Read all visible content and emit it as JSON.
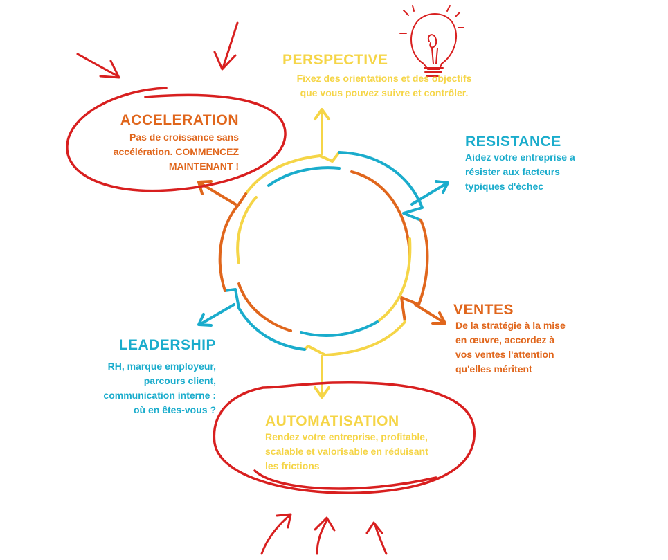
{
  "colors": {
    "yellow": "#f5d547",
    "orange": "#e0661c",
    "blue": "#1aaccc",
    "red": "#d81f1f"
  },
  "icons": [
    "lightbulb-icon",
    "red-arrow-icon",
    "red-ellipse-highlight"
  ],
  "sections": {
    "perspective": {
      "title": "PERSPECTIVE",
      "line1": "Fixez des orientations et des objectifs",
      "line2": "que vous pouvez suivre et contrôler."
    },
    "resistance": {
      "title": "RESISTANCE",
      "line1": "Aidez votre entreprise a",
      "line2": "résister aux facteurs",
      "line3": "typiques d'échec"
    },
    "ventes": {
      "title": "VENTES",
      "line1": "De la stratégie à la mise",
      "line2": "en œuvre, accordez à",
      "line3": "vos ventes l'attention",
      "line4": "qu'elles méritent"
    },
    "automatisation": {
      "title": "AUTOMATISATION",
      "line1": "Rendez votre entreprise, profitable,",
      "line2": "scalable et valorisable en réduisant",
      "line3": "les frictions"
    },
    "leadership": {
      "title": "LEADERSHIP",
      "line1": "RH, marque employeur,",
      "line2": "parcours client,",
      "line3": "communication interne :",
      "line4": "où en êtes-vous ?"
    },
    "acceleration": {
      "title": "ACCELERATION",
      "line1": "Pas de croissance sans",
      "line2": "accélération. COMMENCEZ",
      "line3": "MAINTENANT !"
    }
  }
}
